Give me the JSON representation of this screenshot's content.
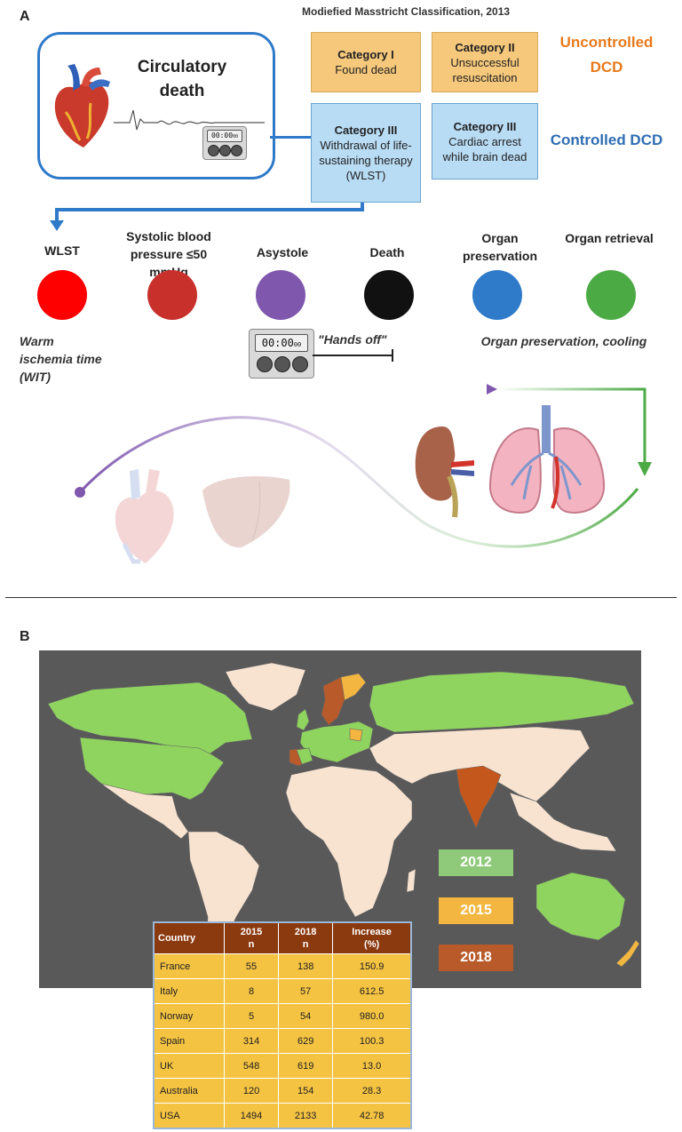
{
  "panel_a": {
    "letter": "A",
    "classification_title": "Modiefied Masstricht Classification, 2013",
    "circulatory_title": "Circulatory death",
    "timer_display": "00:00",
    "timer_ms": "00",
    "categories": [
      {
        "title": "Category I",
        "desc": "Found dead"
      },
      {
        "title": "Category II",
        "desc": "Unsuccessful resuscitation"
      },
      {
        "title": "Category III",
        "desc": "Withdrawal of life-sustaining therapy (WLST)"
      },
      {
        "title": "Category III",
        "desc": "Cardiac arrest while brain dead"
      }
    ],
    "uncontrolled_label": "Uncontrolled DCD",
    "controlled_label": "Controlled DCD",
    "steps": [
      {
        "label": "WLST",
        "color": "#fe0000"
      },
      {
        "label": "Systolic blood pressure ≤50 mmHg",
        "color": "#c8302c"
      },
      {
        "label": "Asystole",
        "color": "#7f57ad"
      },
      {
        "label": "Death",
        "color": "#111111"
      },
      {
        "label": "Organ preservation",
        "color": "#2f7ac9"
      },
      {
        "label": "Organ retrieval",
        "color": "#4caa45"
      }
    ],
    "warm_ischemia": "Warm ischemia time (WIT)",
    "hands_off": "\"Hands off\"",
    "organ_preservation_note": "Organ preservation, cooling"
  },
  "panel_b": {
    "letter": "B",
    "legend": [
      {
        "year": "2012",
        "color": "#8fc97a"
      },
      {
        "year": "2015",
        "color": "#f3b640"
      },
      {
        "year": "2018",
        "color": "#b85a2a"
      }
    ],
    "table": {
      "headers": [
        {
          "top": "Country",
          "bottom": ""
        },
        {
          "top": "2015",
          "bottom": "n"
        },
        {
          "top": "2018",
          "bottom": "n"
        },
        {
          "top": "Increase",
          "bottom": "(%)"
        }
      ],
      "rows": [
        [
          "France",
          "55",
          "138",
          "150.9"
        ],
        [
          "Italy",
          "8",
          "57",
          "612.5"
        ],
        [
          "Norway",
          "5",
          "54",
          "980.0"
        ],
        [
          "Spain",
          "314",
          "629",
          "100.3"
        ],
        [
          "UK",
          "548",
          "619",
          "13.0"
        ],
        [
          "Australia",
          "120",
          "154",
          "28.3"
        ],
        [
          "USA",
          "1494",
          "2133",
          "42.78"
        ]
      ]
    }
  }
}
